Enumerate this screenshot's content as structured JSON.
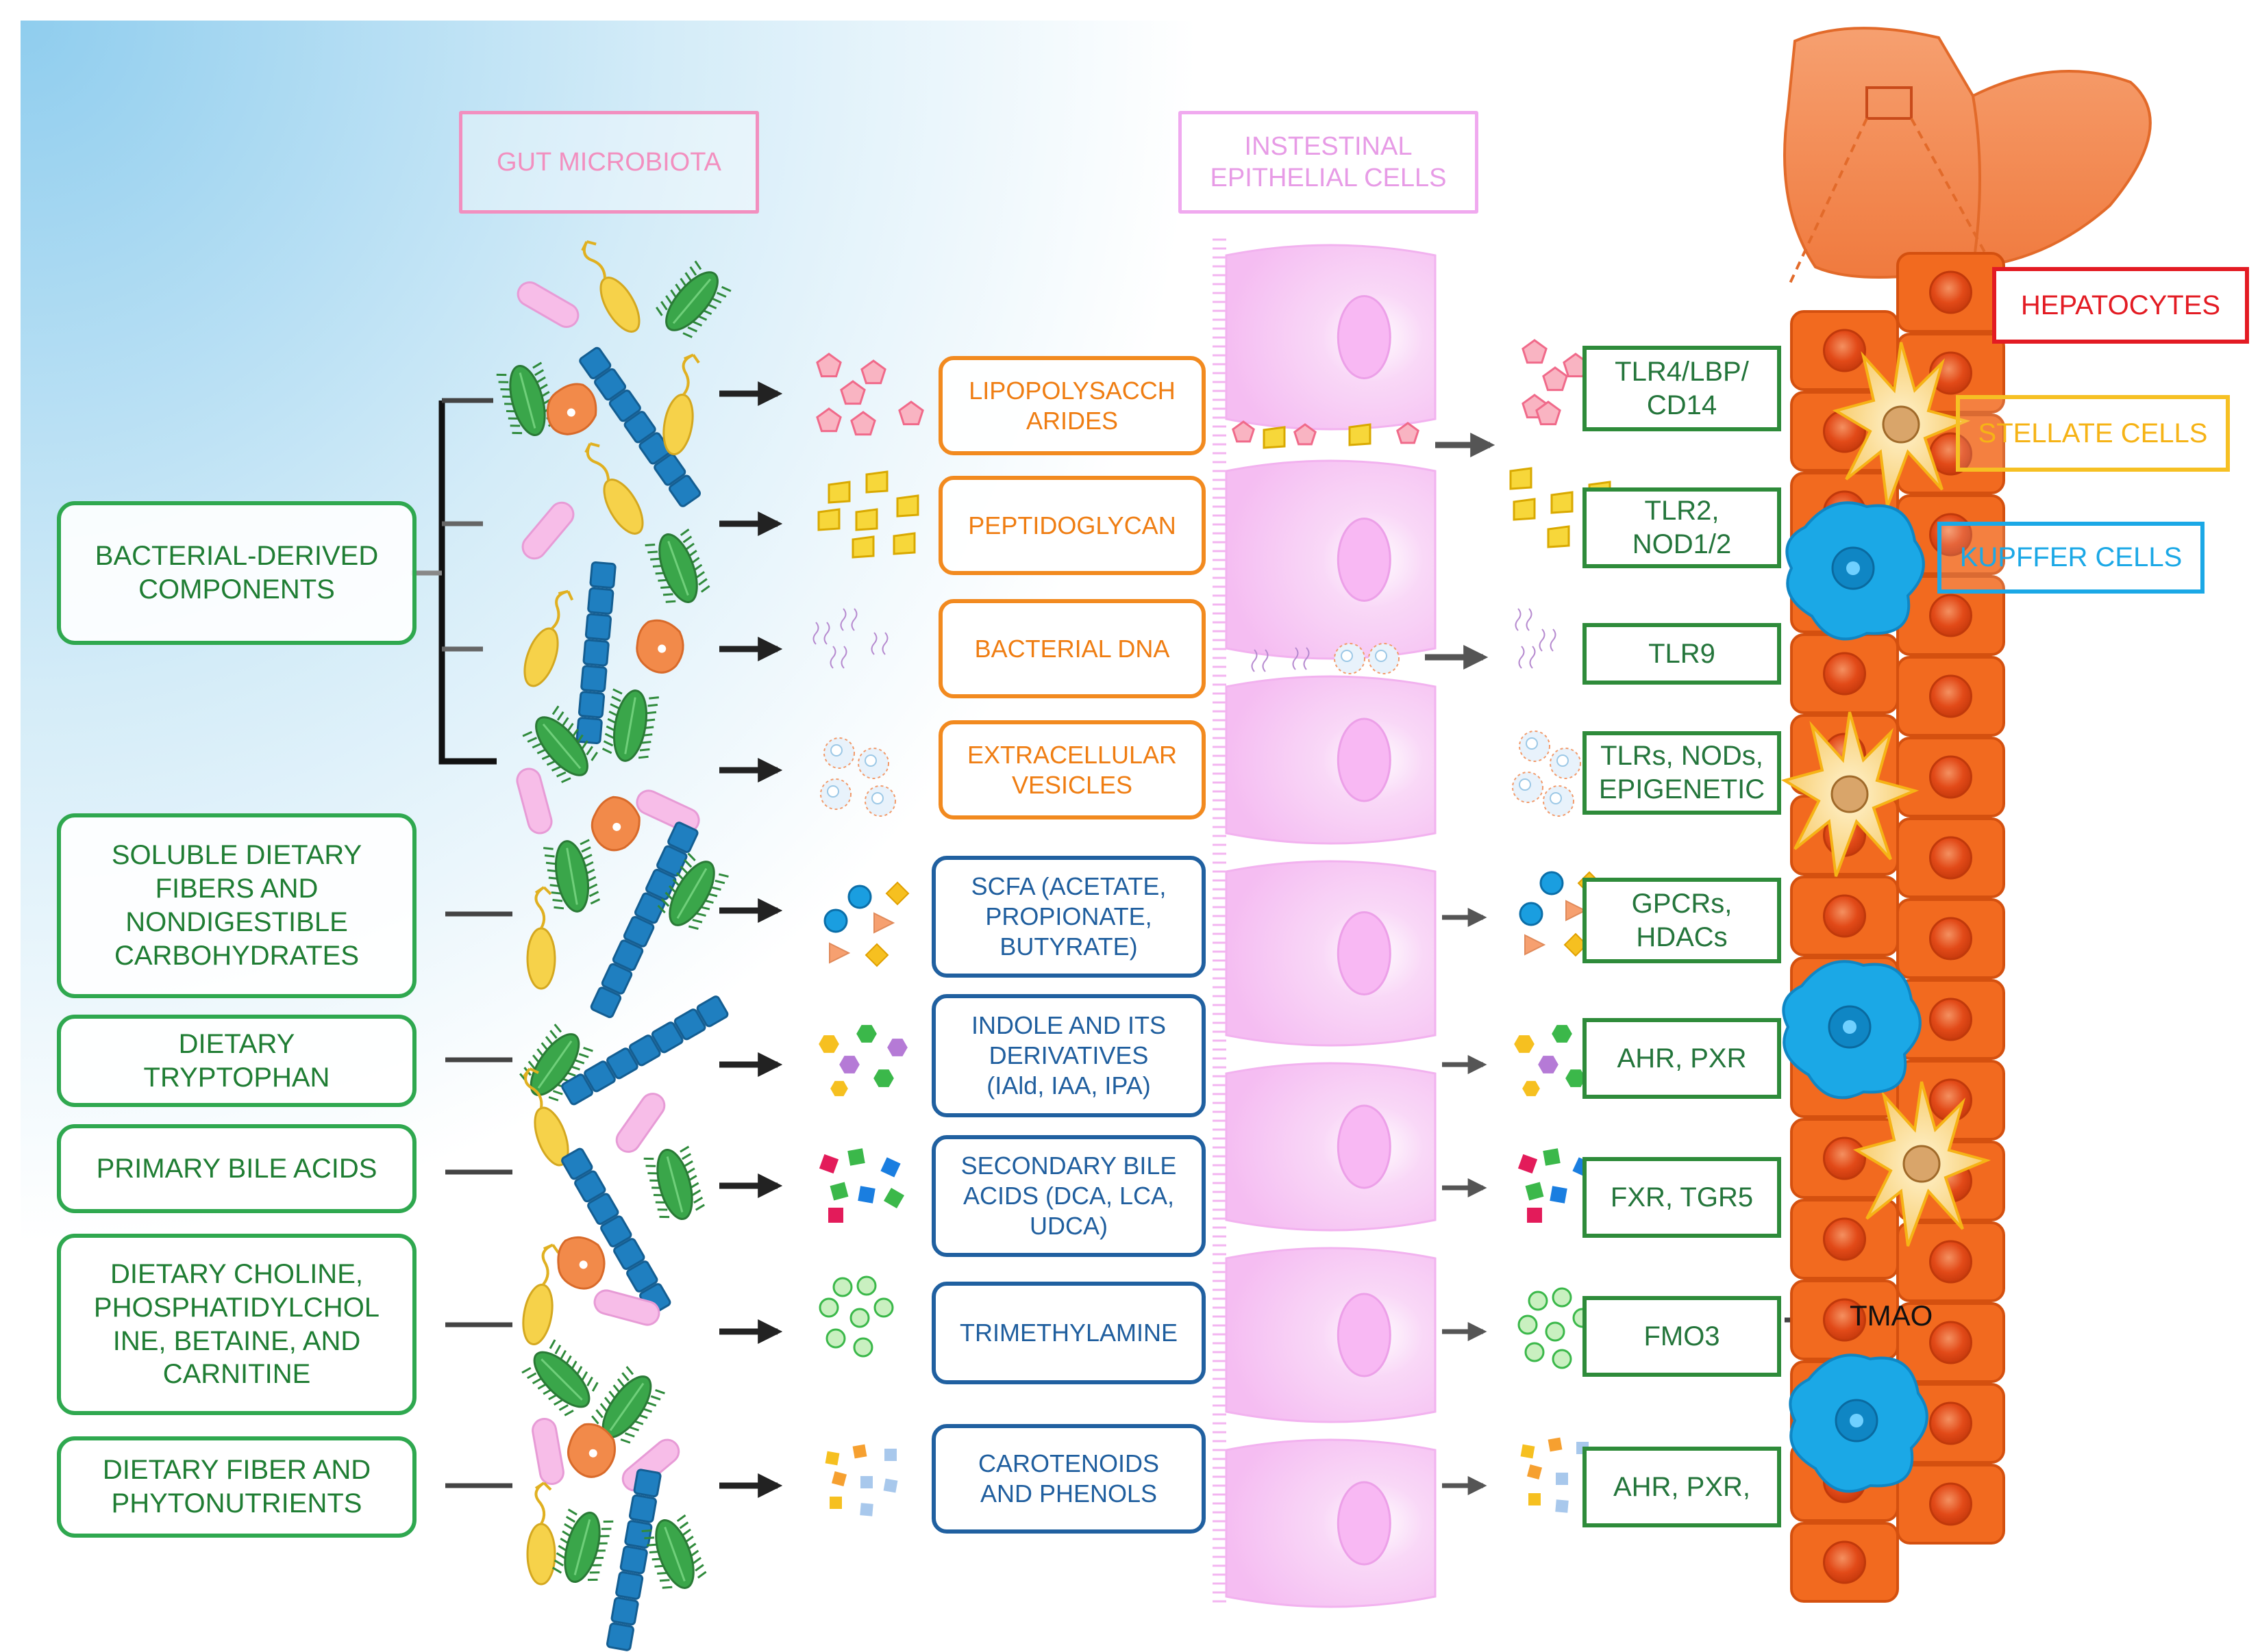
{
  "headers": {
    "gut_microbiota": "GUT MICROBIOTA",
    "epithelial_line1": "INSTESTINAL",
    "epithelial_line2": "EPITHELIAL CELLS"
  },
  "sources": [
    {
      "lines": [
        "BACTERIAL-DERIVED",
        "COMPONENTS"
      ]
    },
    {
      "lines": [
        "SOLUBLE DIETARY",
        "FIBERS AND",
        "NONDIGESTIBLE",
        "CARBOHYDRATES"
      ]
    },
    {
      "lines": [
        "DIETARY",
        "TRYPTOPHAN"
      ]
    },
    {
      "lines": [
        "PRIMARY BILE ACIDS"
      ]
    },
    {
      "lines": [
        "DIETARY CHOLINE,",
        "PHOSPHATIDYLCHOL",
        "INE, BETAINE, AND",
        "CARNITINE"
      ]
    },
    {
      "lines": [
        "DIETARY FIBER AND",
        "PHYTONUTRIENTS"
      ]
    }
  ],
  "metabolites": [
    {
      "lines": [
        "LIPOPOLYSACCH",
        "ARIDES"
      ],
      "color": "#f28a1f",
      "particle": "lps-pentagon"
    },
    {
      "lines": [
        "PEPTIDOGLYCAN"
      ],
      "color": "#f28a1f",
      "particle": "peptidoglycan-block"
    },
    {
      "lines": [
        "BACTERIAL DNA"
      ],
      "color": "#f28a1f",
      "particle": "dna-strand"
    },
    {
      "lines": [
        "EXTRACELLULAR",
        "VESICLES"
      ],
      "color": "#f28a1f",
      "particle": "vesicle"
    },
    {
      "lines": [
        "SCFA (ACETATE,",
        "PROPIONATE,",
        "BUTYRATE)"
      ],
      "color": "#2060a0",
      "particle": "scfa-mix"
    },
    {
      "lines": [
        "INDOLE AND ITS",
        "DERIVATIVES",
        "(IAld, IAA, IPA)"
      ],
      "color": "#2060a0",
      "particle": "indole-hexagon"
    },
    {
      "lines": [
        "SECONDARY BILE",
        "ACIDS (DCA, LCA,",
        "UDCA)"
      ],
      "color": "#2060a0",
      "particle": "bile-acid-square"
    },
    {
      "lines": [
        "TRIMETHYLAMINE"
      ],
      "color": "#2060a0",
      "particle": "tma-circle"
    },
    {
      "lines": [
        "CAROTENOIDS",
        "AND PHENOLS"
      ],
      "color": "#2060a0",
      "particle": "phenol-square"
    }
  ],
  "receptors": [
    {
      "lines": [
        "TLR4/LBP/",
        "CD14"
      ]
    },
    {
      "lines": [
        "TLR2,",
        "NOD1/2"
      ]
    },
    {
      "lines": [
        "TLR9"
      ]
    },
    {
      "lines": [
        "TLRs, NODs,",
        "EPIGENETIC"
      ]
    },
    {
      "lines": [
        "GPCRs,",
        "HDACs"
      ]
    },
    {
      "lines": [
        "AHR, PXR"
      ]
    },
    {
      "lines": [
        "FXR, TGR5"
      ]
    },
    {
      "lines": [
        "FMO3"
      ]
    },
    {
      "lines": [
        "AHR, PXR,"
      ]
    }
  ],
  "liver_cells": {
    "hepatocytes": "HEPATOCYTES",
    "stellate": "STELLATE CELLS",
    "kupffer": "KUPFFER CELLS"
  },
  "tmao_label": "TMAO",
  "colors": {
    "hepatocyte": "#f26a1f",
    "stellate": "#f6c55a",
    "kupffer": "#1ba8e6",
    "epithelium": "#f7c6f4",
    "bacteria_blue": "#1f7fc0",
    "bacteria_green": "#3aa64a",
    "bacteria_yellow": "#f6d24a",
    "bacteria_pink": "#f7bde8",
    "bacteria_orange": "#f28a4a",
    "background_blue": "#a8d8f0"
  },
  "icons": [
    "bacteria-rod-icon",
    "bacteria-flagellum-icon",
    "bacteria-spiky-icon",
    "bacteria-chain-icon",
    "liver-icon",
    "hepatocyte-icon",
    "stellate-cell-icon",
    "kupffer-cell-icon",
    "arrow-icon",
    "bracket-icon"
  ]
}
